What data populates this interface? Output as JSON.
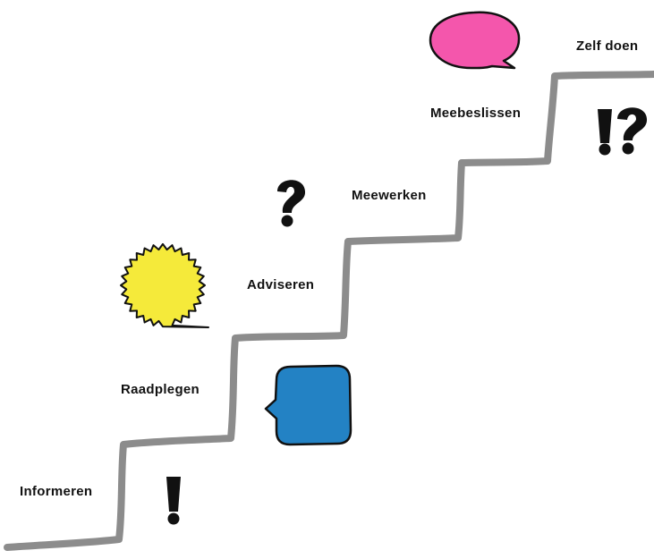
{
  "steps": [
    {
      "label": "Informeren"
    },
    {
      "label": "Raadplegen"
    },
    {
      "label": "Adviseren"
    },
    {
      "label": "Meewerken"
    },
    {
      "label": "Meebeslissen"
    },
    {
      "label": "Zelf doen"
    }
  ],
  "icons": {
    "exclamation": "exclamation-icon",
    "question": "question-icon",
    "interrobang": "interrobang-icon",
    "sun_bubble": "starburst-speech-bubble-icon",
    "blue_bubble": "square-speech-bubble-icon",
    "pink_bubble": "oval-speech-bubble-icon"
  },
  "colors": {
    "stair_line": "#8c8c8c",
    "yellow": "#f5ea3a",
    "blue": "#2382c4",
    "pink": "#f456ac",
    "ink": "#111111"
  }
}
